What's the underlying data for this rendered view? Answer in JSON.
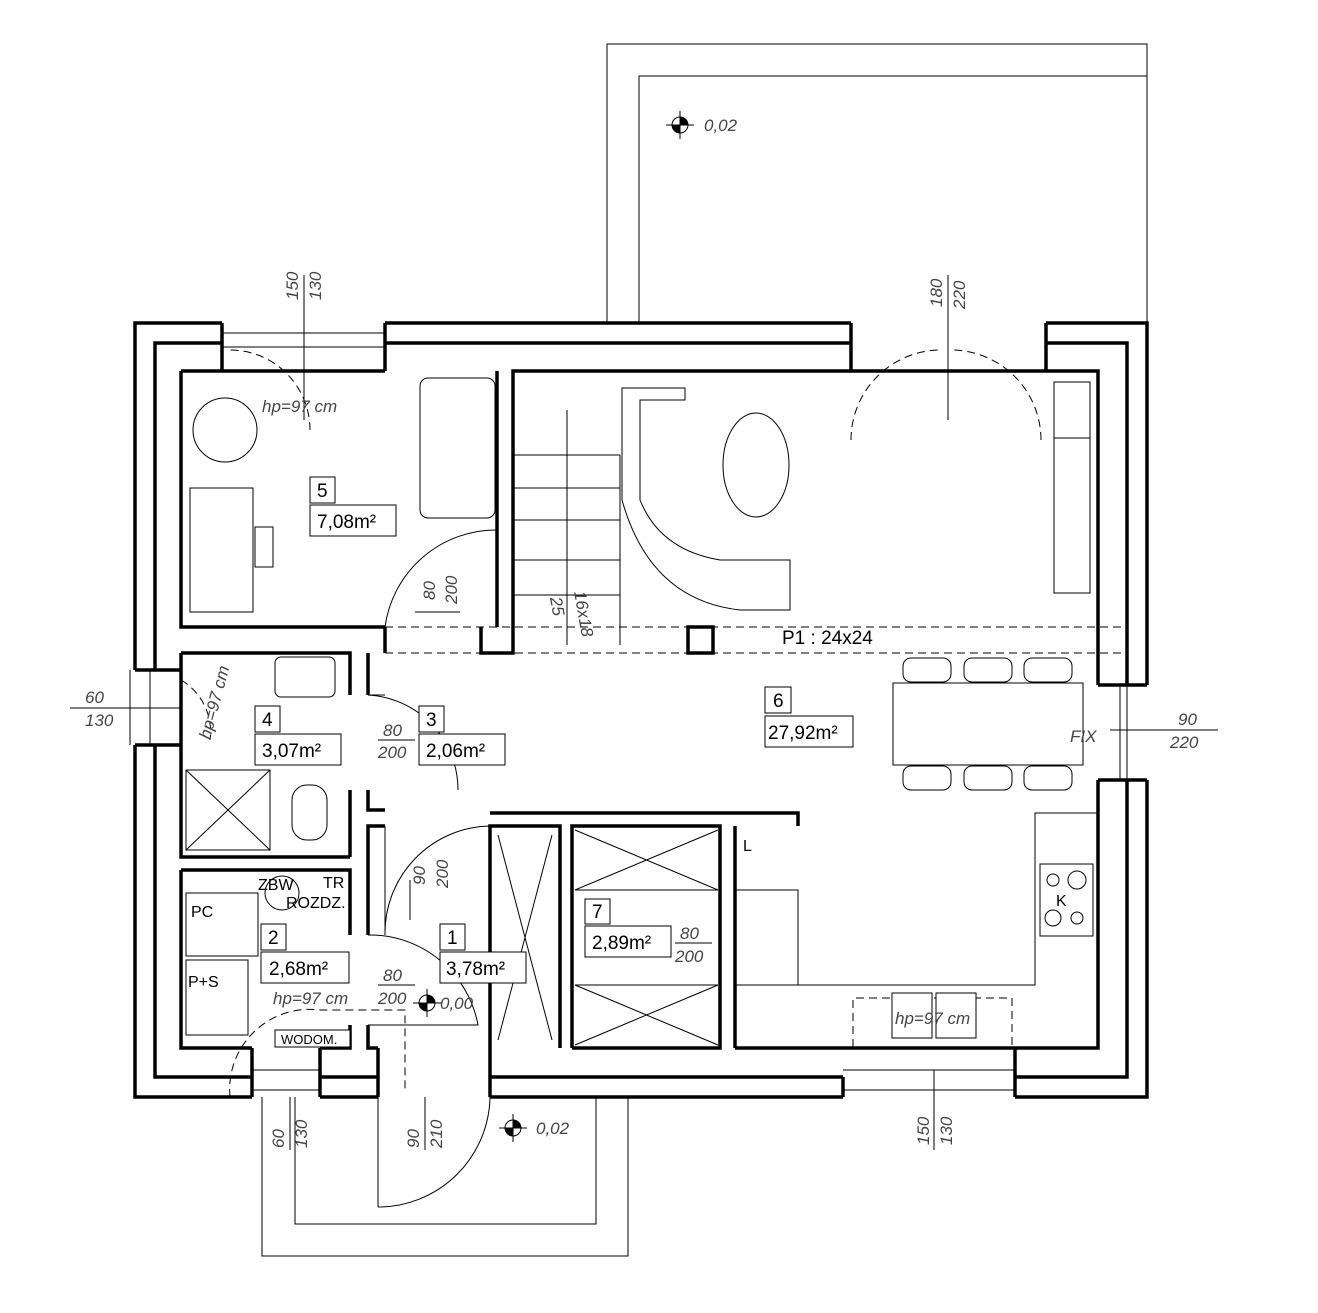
{
  "levels": {
    "terrace_top": "0,02",
    "entrance": "0,02",
    "floor": "0,00"
  },
  "dimensions": {
    "window_top_left": {
      "sill": "150",
      "height": "130"
    },
    "door_top_right": {
      "sill": "180",
      "height": "220"
    },
    "window_left": {
      "sill": "60",
      "height": "130"
    },
    "window_right": {
      "sill": "90",
      "height": "220"
    },
    "window_bottom_right": {
      "sill": "150",
      "height": "130"
    },
    "window_bottom_left": {
      "sill": "60",
      "height": "130"
    },
    "entrance_door": {
      "width": "90",
      "height": "210"
    },
    "door_room5": {
      "width": "80",
      "height": "200"
    },
    "door_room3": {
      "width": "80",
      "height": "200"
    },
    "door_room1_top": {
      "width": "90",
      "height": "200"
    },
    "door_room2": {
      "width": "80",
      "height": "200"
    },
    "door_room7": {
      "width": "80",
      "height": "200"
    },
    "stairs_steps": "16x18",
    "stairs_tread": "25",
    "column": "P1 : 24x24"
  },
  "sill_heights": {
    "room5": "hp=97 cm",
    "room4": "hp=97 cm",
    "room2": "hp=97 cm",
    "kitchen": "hp=97 cm"
  },
  "rooms": [
    {
      "number": "1",
      "area": "3,78m²"
    },
    {
      "number": "2",
      "area": "2,68m²"
    },
    {
      "number": "3",
      "area": "2,06m²"
    },
    {
      "number": "4",
      "area": "3,07m²"
    },
    {
      "number": "5",
      "area": "7,08m²"
    },
    {
      "number": "6",
      "area": "27,92m²"
    },
    {
      "number": "7",
      "area": "2,89m²"
    }
  ],
  "labels": {
    "fix": "FIX",
    "cooker": "K",
    "fridge": "L",
    "boiler": "PC",
    "washer_dryer": "P+S",
    "tank": "ZBW",
    "tr": "TR",
    "distribution": "ROZDZ.",
    "water_meter": "WODOM."
  }
}
